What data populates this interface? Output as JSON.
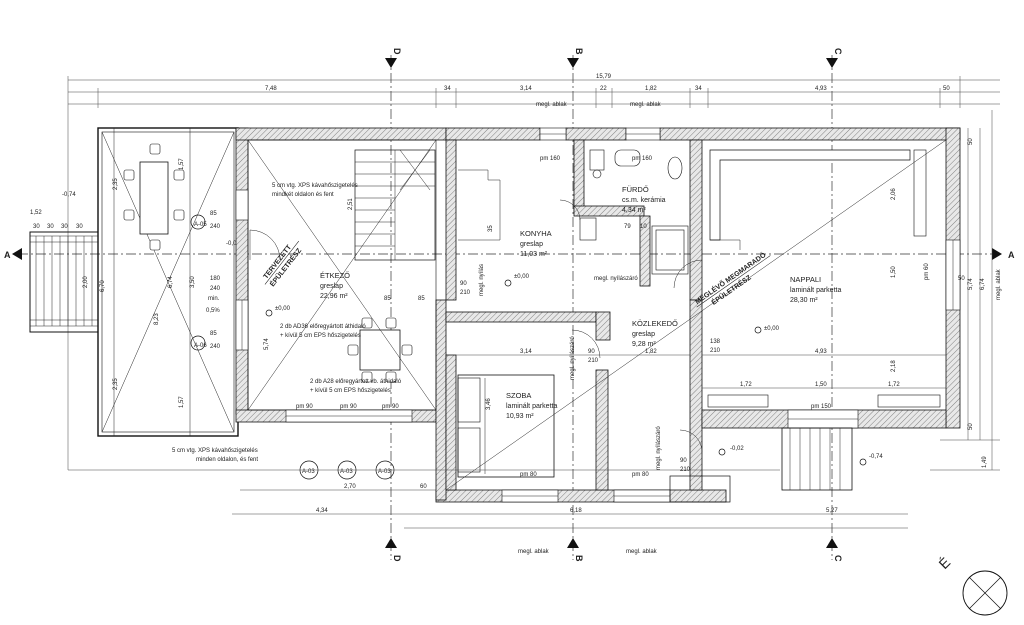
{
  "sections": {
    "a": "A",
    "b": "B",
    "c": "C",
    "d": "D"
  },
  "rooms": {
    "etkezo": {
      "name": "ÉTKEZŐ",
      "floor": "greslap",
      "area": "22,96 m²"
    },
    "konyha": {
      "name": "KONYHA",
      "floor": "greslap",
      "area": "11,03 m²"
    },
    "furdo": {
      "name": "FÜRDŐ",
      "floor": "cs.m. kerámia",
      "area": "4,34 m²"
    },
    "nappali": {
      "name": "NAPPALI",
      "floor": "laminált parketta",
      "area": "28,30 m²"
    },
    "kozlekedo": {
      "name": "KÖZLEKEDŐ",
      "floor": "greslap",
      "area": "9,28 m²"
    },
    "szoba": {
      "name": "SZOBA",
      "floor": "laminált parketta",
      "area": "10,93 m²"
    }
  },
  "labels": {
    "tervezett": "TERVEZETT",
    "epuletresz1": "ÉPÜLETRÉSZ",
    "meglevo": "MEGLÉVŐ MEGMARADÓ",
    "epuletresz2": "ÉPÜLETRÉSZ",
    "xps_top_1": "5 cm vtg. XPS kávahőszigetelés",
    "xps_top_2": "mindkét oldalon és fent",
    "xps_bottom_1": "5 cm vtg. XPS kávahőszigetelés",
    "xps_bottom_2": "minden oldalon, és fent",
    "ad36_1": "2 db AD36 előregyártott áthidaló",
    "ad36_2": "+ kívül 5 cm EPS hőszigetelés",
    "a28_1": "2 db A28 előregyártott vb. áthidaló",
    "a28_2": "+ kívül 5 cm EPS hőszigetelés",
    "megl_ablak": "megl. ablak",
    "megl_nyilaszaro": "megl. nyílászáró",
    "megl_nyilas": "megl. nyílás",
    "pm160": "pm 160",
    "pm90": "pm 90",
    "pm80": "pm 80",
    "pm60": "pm 60",
    "pm150": "pm 150",
    "min": "min.",
    "slope": "0,5%",
    "lvl0": "±0,00",
    "lvl_m074": "-0,74",
    "lvl_m002": "-0,02",
    "a03": "A-03",
    "a05": "A-05",
    "a04": "A-04",
    "a02": "A-02",
    "a06": "A-06",
    "north": "É"
  },
  "dims": {
    "total": "15,79",
    "d748": "7,48",
    "d34a": "34",
    "d314": "3,14",
    "d22": "22",
    "d182": "1,82",
    "d34b": "34",
    "d493": "4,93",
    "d50": "50",
    "d434": "4,34",
    "d618": "6,18",
    "d527": "5,27",
    "d270": "2,70",
    "d60": "60",
    "d30": "30",
    "d152": "1,52",
    "d670": "6,70",
    "d823": "8,23",
    "d200": "2,00",
    "d574": "5,74",
    "d674": "6,74",
    "d235": "2,35",
    "d157": "1,57",
    "d150": "1,50",
    "d172": "1,72",
    "d218": "2,18",
    "d206": "2,06",
    "d149": "1,49",
    "d85": "85",
    "d90": "90",
    "d210": "210",
    "d240": "240",
    "d180": "180",
    "d138": "138",
    "d79": "79",
    "d10": "10",
    "d251": "2,51",
    "d346": "3,46",
    "d350": "3,50",
    "d35": "35"
  }
}
